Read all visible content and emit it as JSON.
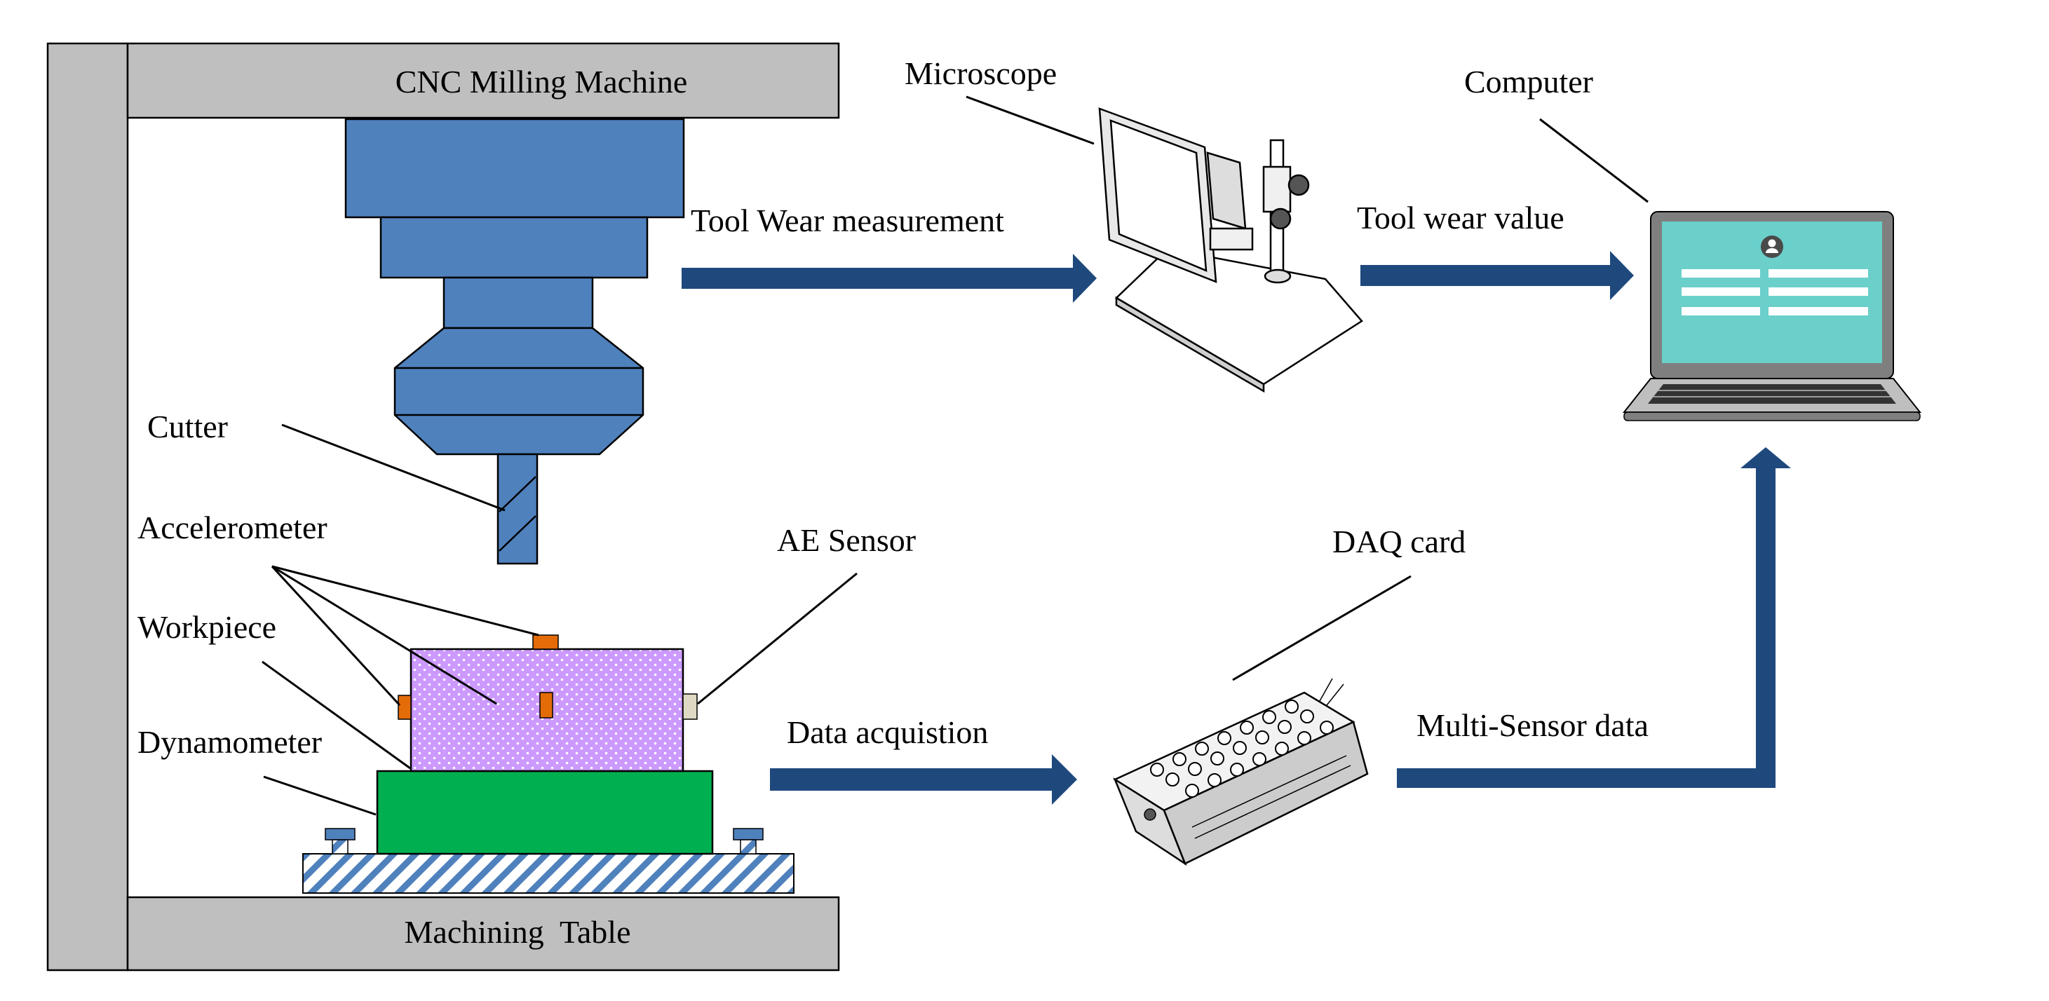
{
  "labels": {
    "machine": "CNC Milling Machine",
    "table": "Machining  Table",
    "microscope": "Microscope",
    "computer": "Computer",
    "cutter": "Cutter",
    "accelerometer": "Accelerometer",
    "workpiece": "Workpiece",
    "dynamometer": "Dynamometer",
    "ae_sensor": "AE Sensor",
    "daq_card": "DAQ card"
  },
  "flows": {
    "tool_wear_measurement": "Tool Wear measurement",
    "tool_wear_value": "Tool wear value",
    "data_acquisition": "Data acquistion",
    "multi_sensor_data": "Multi-Sensor data"
  },
  "colors": {
    "frame_gray": "#bfbfbf",
    "spindle_blue": "#4f81bd",
    "arrow_navy": "#1f497d",
    "dynamometer_green": "#00b050",
    "workpiece_purple": "#cc99ff",
    "sensor_orange": "#e36c09",
    "ae_sensor_beige": "#ddd9c3",
    "screen_teal": "#6bcfca",
    "laptop_gray": "#7f7f7f"
  }
}
